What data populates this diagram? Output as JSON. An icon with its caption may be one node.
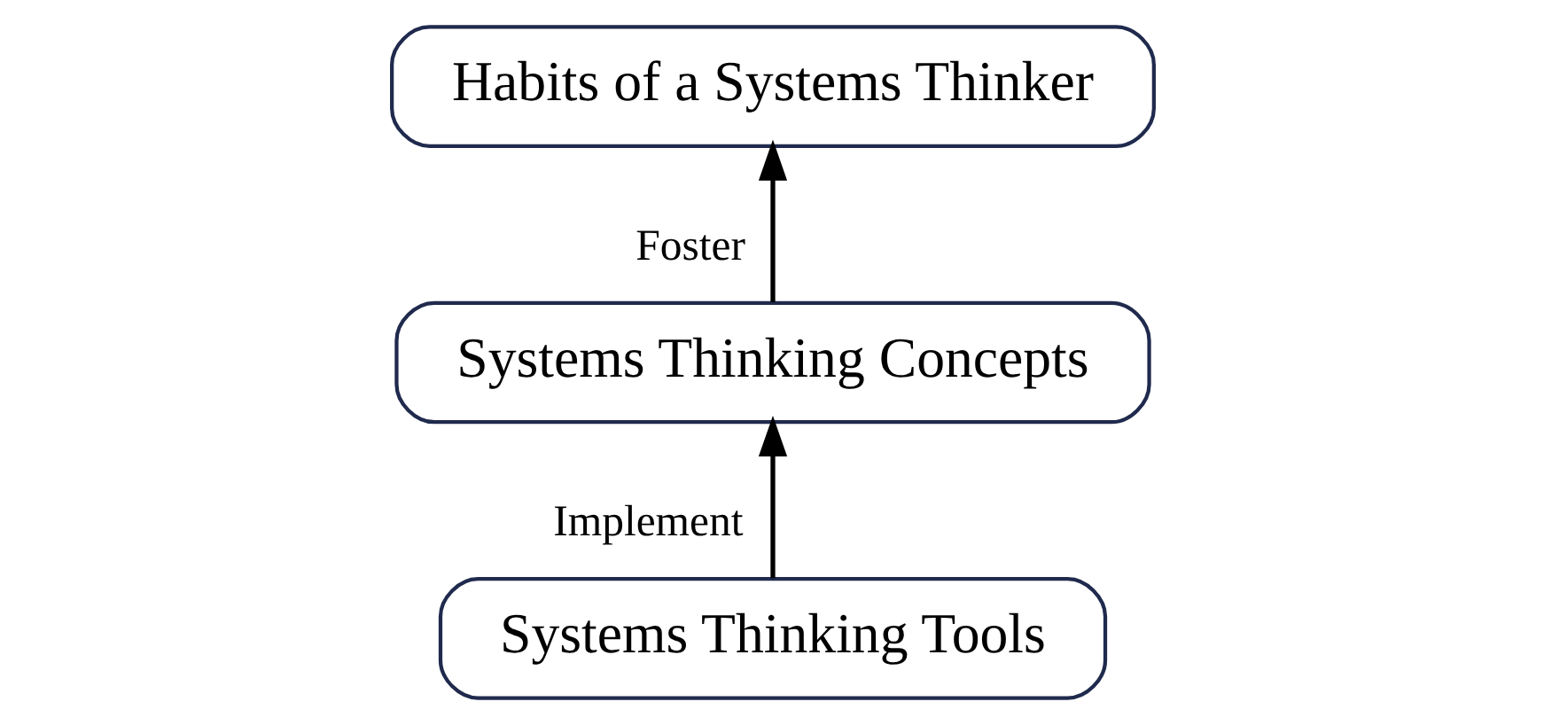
{
  "diagram": {
    "nodes": [
      {
        "text": [
          "Habits of a Systems Thinker"
        ]
      },
      {
        "text": [
          "Systems Thinking Concepts"
        ]
      },
      {
        "text": [
          "Systems Thinking Tools"
        ]
      }
    ],
    "edges": [
      {
        "from": 1,
        "to": 0,
        "arrow": "to",
        "label": "Foster"
      },
      {
        "from": 2,
        "to": 1,
        "arrow": "to",
        "label": "Implement"
      }
    ]
  }
}
